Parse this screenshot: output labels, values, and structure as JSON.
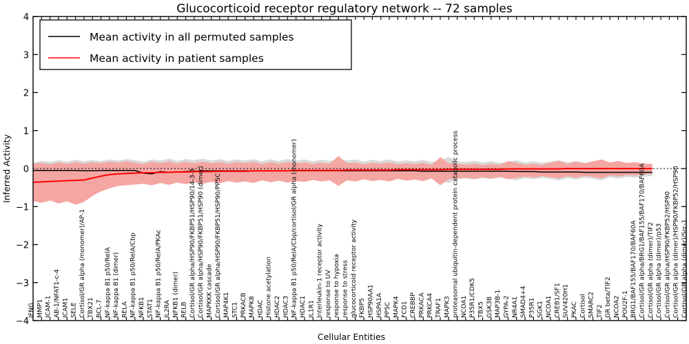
{
  "chart_data": {
    "type": "line",
    "title": "Glucocorticoid receptor regulatory network -- 72 samples",
    "xlabel": "Cellular Entities",
    "ylabel": "Inferred Activity",
    "ylim": [
      -4,
      4
    ],
    "yticks": [
      "-4",
      "-3",
      "-2",
      "-1",
      "0",
      "1",
      "2",
      "3",
      "4"
    ],
    "ytick_values": [
      -4,
      -3,
      -2,
      -1,
      0,
      1,
      2,
      3,
      4
    ],
    "grid": false,
    "legend_position": "upper left",
    "legend": [
      {
        "label": "Mean activity in all permuted samples",
        "color": "#000000"
      },
      {
        "label": "Mean activity in patient samples",
        "color": "#ff0000"
      }
    ],
    "band_colors": {
      "permuted": "#d9d9d9",
      "patient": "#f4a6a3"
    },
    "categories": [
      "IFNG",
      "MMP1",
      "ICAM-1",
      "AB-1/NFAT1-c-4",
      "ICAM1",
      "SELE",
      "Cortisol/GR alpha (monomer)/AP-1",
      "TBX21",
      "BCL-7",
      "NF-kappa B1 p50/RelA",
      "NF-kappa B1 (dimer)",
      "RELA",
      "NF-kappa B1 p50/RelA/Cbp",
      "NFKB1",
      "STAT1",
      "NF-kappa B1 p50/RelA/PKAc",
      "IL2RA",
      "NFKB1 (dimer)",
      "RELB",
      "Cortisol/GR alpha/HSP90/FKBP51/HSP90/14-3-3",
      "Cortisol/GR alpha/HSP90/FKBP51/HSP90 (dimer)",
      "MAPKKK cascade",
      "Cortisol/GR alpha/HSP90/FKBP51/HSP90/PP5C",
      "MAP4K1",
      "STC1",
      "PRKACB",
      "MAPK8",
      "HDAC",
      "Histone acetylation",
      "HDAC2",
      "HDAC3",
      "NF-kappa B1 p50/RelA/Cbp/cortisol/GR alpha (monomer)",
      "HDAC1",
      "IL1R1",
      "Interleukin-1 receptor activity",
      "response to UV",
      "response to hypoxia",
      "response to stress",
      "glucocorticoid receptor activity",
      "FKBP5",
      "HSP90AA1",
      "HSPA1A",
      "PP5C",
      "MAPK4",
      "FCD1",
      "CREBBP",
      "PRKACA",
      "PRKCA4",
      "TRAF1",
      "MAPK3",
      "proteasomal ubiquitin-dependent protein catabolic process",
      "NCOA1",
      "P35R1/CDK5",
      "TBX5",
      "GSK3B",
      "MAP3B-1",
      "GYPA-2",
      "NR4A1",
      "SMAD4+4",
      "P35R1",
      "SGK1",
      "NCOA1",
      "CREB1/SF1",
      "SUV420H1",
      "PKAC",
      "Cortisol",
      "SMARC2",
      "TIF2",
      "GR beta/TIF2",
      "NCOA2",
      "POU2F-1",
      "BRG1/BAF155/BAF170/BAF60A",
      "Cortisol/GR alpha/BRG1/BAF155/BAF170/BAF60A",
      "Cortisol/GR alpha (dimer)/TIF2",
      "Cortisol/GR alpha (dimer)/p53",
      "Cortisol/GR alpha/HSP90/FKBP52/HSP90",
      "Cortisol/GR alpha (dimer)/HSP90/FKBP52/HSP90",
      "Cortisol/GR alpha (dimer)/Src-1"
    ],
    "series": [
      {
        "name": "Mean activity in all permuted samples",
        "color": "#000000",
        "values": [
          -0.05,
          -0.05,
          -0.05,
          -0.05,
          -0.05,
          -0.05,
          -0.06,
          -0.06,
          -0.05,
          -0.05,
          -0.05,
          -0.05,
          -0.05,
          -0.12,
          -0.14,
          -0.08,
          -0.1,
          -0.09,
          -0.08,
          -0.07,
          -0.06,
          -0.06,
          -0.06,
          -0.06,
          -0.06,
          -0.06,
          -0.06,
          -0.06,
          -0.06,
          -0.06,
          -0.06,
          -0.06,
          -0.06,
          -0.06,
          -0.06,
          -0.06,
          -0.06,
          -0.06,
          -0.06,
          -0.06,
          -0.06,
          -0.06,
          -0.06,
          -0.06,
          -0.06,
          -0.06,
          -0.07,
          -0.07,
          -0.07,
          -0.07,
          -0.07,
          -0.07,
          -0.07,
          -0.07,
          -0.07,
          -0.07,
          -0.07,
          -0.08,
          -0.08,
          -0.08,
          -0.09,
          -0.09,
          -0.09,
          -0.09,
          -0.09,
          -0.1,
          -0.1,
          -0.1,
          -0.1,
          -0.1,
          -0.1,
          -0.1,
          -0.1,
          -0.1
        ]
      },
      {
        "name": "Mean activity in patient samples",
        "color": "#ff0000",
        "values": [
          -0.36,
          -0.35,
          -0.34,
          -0.33,
          -0.32,
          -0.31,
          -0.3,
          -0.25,
          -0.2,
          -0.16,
          -0.14,
          -0.13,
          -0.12,
          -0.11,
          -0.11,
          -0.1,
          -0.1,
          -0.09,
          -0.09,
          -0.08,
          -0.08,
          -0.08,
          -0.07,
          -0.07,
          -0.07,
          -0.07,
          -0.06,
          -0.06,
          -0.06,
          -0.06,
          -0.06,
          -0.05,
          -0.05,
          -0.05,
          -0.05,
          -0.05,
          -0.05,
          -0.04,
          -0.04,
          -0.04,
          -0.04,
          -0.04,
          -0.04,
          -0.03,
          -0.03,
          -0.03,
          -0.03,
          -0.03,
          -0.03,
          -0.02,
          -0.02,
          -0.02,
          -0.02,
          -0.02,
          -0.02,
          -0.02,
          -0.01,
          -0.01,
          -0.01,
          -0.01,
          -0.01,
          -0.01,
          -0.01,
          0.0,
          0.0,
          0.0,
          0.0,
          0.0,
          0.0,
          0.0,
          0.0,
          0.0,
          0.0,
          0.0
        ]
      }
    ],
    "bands": [
      {
        "name": "permuted-band",
        "color": "#d9d9d9",
        "upper": [
          0.16,
          0.2,
          0.17,
          0.22,
          0.18,
          0.23,
          0.19,
          0.22,
          0.2,
          0.24,
          0.21,
          0.25,
          0.22,
          0.18,
          0.24,
          0.21,
          0.26,
          0.2,
          0.25,
          0.22,
          0.26,
          0.21,
          0.25,
          0.2,
          0.24,
          0.21,
          0.25,
          0.19,
          0.24,
          0.2,
          0.25,
          0.21,
          0.24,
          0.19,
          0.23,
          0.2,
          0.27,
          0.21,
          0.24,
          0.18,
          0.23,
          0.2,
          0.24,
          0.18,
          0.22,
          0.19,
          0.23,
          0.17,
          0.22,
          0.3,
          0.19,
          0.17,
          0.2,
          0.16,
          0.19,
          0.15,
          0.18,
          0.22,
          0.16,
          0.19,
          0.15,
          0.18,
          0.22,
          0.16,
          0.2,
          0.15,
          0.18,
          0.22,
          0.14,
          0.17,
          0.13,
          0.15,
          0.12,
          0.11
        ],
        "lower": [
          -0.28,
          -0.31,
          -0.27,
          -0.33,
          -0.28,
          -0.34,
          -0.29,
          -0.33,
          -0.3,
          -0.35,
          -0.3,
          -0.34,
          -0.3,
          -0.32,
          -0.36,
          -0.31,
          -0.36,
          -0.3,
          -0.35,
          -0.31,
          -0.35,
          -0.3,
          -0.34,
          -0.29,
          -0.33,
          -0.3,
          -0.34,
          -0.28,
          -0.33,
          -0.29,
          -0.34,
          -0.3,
          -0.33,
          -0.28,
          -0.32,
          -0.29,
          -0.36,
          -0.3,
          -0.33,
          -0.27,
          -0.32,
          -0.29,
          -0.33,
          -0.27,
          -0.31,
          -0.28,
          -0.32,
          -0.26,
          -0.31,
          -0.38,
          -0.28,
          -0.26,
          -0.29,
          -0.25,
          -0.28,
          -0.24,
          -0.27,
          -0.31,
          -0.25,
          -0.28,
          -0.24,
          -0.27,
          -0.31,
          -0.25,
          -0.29,
          -0.24,
          -0.27,
          -0.31,
          -0.23,
          -0.26,
          -0.22,
          -0.24,
          -0.21,
          -0.2
        ]
      },
      {
        "name": "patient-band",
        "color": "#f4a6a3",
        "upper": [
          0.12,
          0.15,
          0.11,
          0.16,
          0.12,
          0.17,
          0.13,
          0.16,
          0.14,
          0.18,
          0.15,
          0.19,
          0.15,
          0.12,
          0.18,
          0.14,
          0.19,
          0.13,
          0.18,
          0.14,
          0.18,
          0.14,
          0.17,
          0.13,
          0.17,
          0.14,
          0.18,
          0.12,
          0.16,
          0.13,
          0.17,
          0.14,
          0.16,
          0.12,
          0.15,
          0.13,
          0.33,
          0.14,
          0.16,
          0.11,
          0.15,
          0.13,
          0.16,
          0.11,
          0.14,
          0.12,
          0.15,
          0.1,
          0.3,
          0.14,
          0.12,
          0.1,
          0.13,
          0.09,
          0.12,
          0.09,
          0.2,
          0.15,
          0.1,
          0.13,
          0.09,
          0.16,
          0.2,
          0.12,
          0.18,
          0.14,
          0.19,
          0.24,
          0.16,
          0.2,
          0.15,
          0.17,
          0.13,
          0.12
        ],
        "lower": [
          -0.86,
          -0.9,
          -0.84,
          -0.92,
          -0.86,
          -0.95,
          -0.88,
          -0.72,
          -0.6,
          -0.52,
          -0.46,
          -0.44,
          -0.42,
          -0.4,
          -0.44,
          -0.38,
          -0.43,
          -0.37,
          -0.41,
          -0.36,
          -0.4,
          -0.35,
          -0.39,
          -0.33,
          -0.37,
          -0.34,
          -0.38,
          -0.31,
          -0.36,
          -0.32,
          -0.37,
          -0.33,
          -0.35,
          -0.3,
          -0.34,
          -0.31,
          -0.46,
          -0.31,
          -0.34,
          -0.28,
          -0.33,
          -0.3,
          -0.34,
          -0.27,
          -0.32,
          -0.29,
          -0.33,
          -0.26,
          -0.44,
          -0.28,
          -0.26,
          -0.24,
          -0.27,
          -0.23,
          -0.26,
          -0.22,
          -0.28,
          -0.25,
          -0.21,
          -0.24,
          -0.2,
          -0.23,
          -0.26,
          -0.2,
          -0.24,
          -0.19,
          -0.22,
          -0.26,
          -0.18,
          -0.21,
          -0.17,
          -0.18,
          -0.15,
          -0.14
        ]
      }
    ]
  }
}
